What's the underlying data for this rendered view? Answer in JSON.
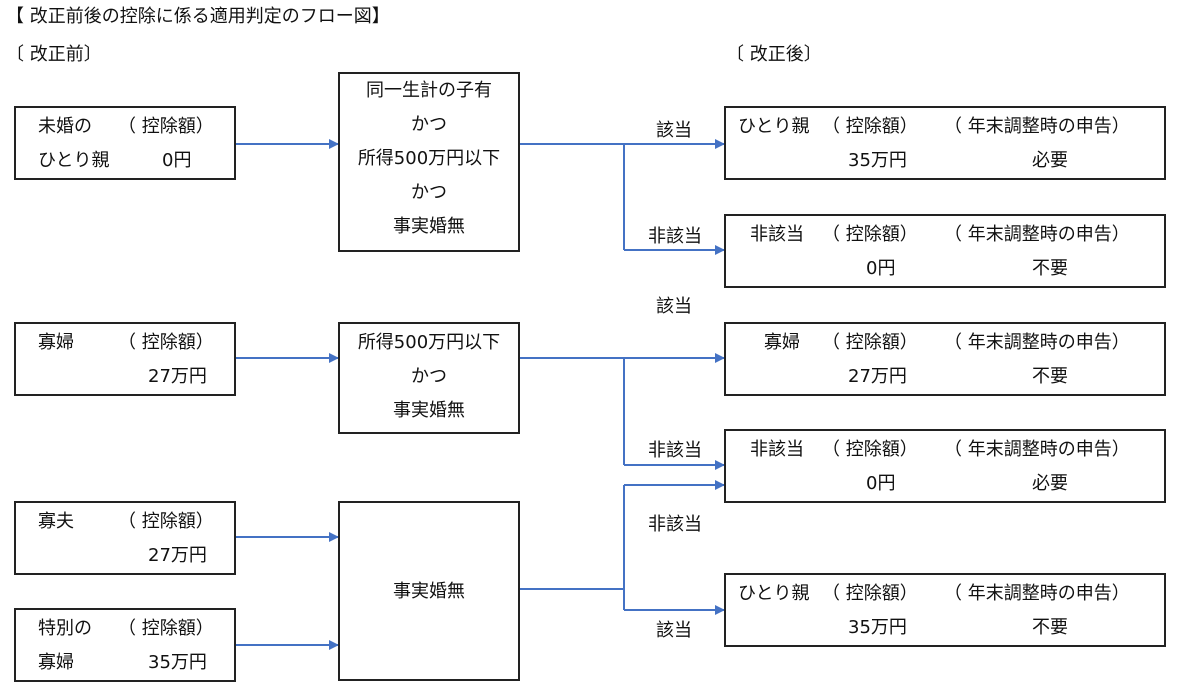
{
  "title": "【 改正前後の控除に係る適用判定のフロー図】",
  "before_label": "〔 改正前〕",
  "after_label": "〔 改正後〕",
  "before": {
    "unmarried_single_parent": {
      "line1": "未婚の",
      "line2": "ひとり親",
      "ded_label": "（ 控除額）",
      "amount": "0円"
    },
    "widow": {
      "line1": "寡婦",
      "ded_label": "（ 控除額）",
      "amount": "27万円"
    },
    "widower": {
      "line1": "寡夫",
      "ded_label": "（ 控除額）",
      "amount": "27万円"
    },
    "special_widow": {
      "line1": "特別の",
      "line2": "寡婦",
      "ded_label": "（ 控除額）",
      "amount": "35万円"
    }
  },
  "conditions": {
    "cond1": [
      "同一生計の子有",
      "かつ",
      "所得500万円以下",
      "かつ",
      "事実婚無"
    ],
    "cond2": [
      "所得500万円以下",
      "かつ",
      "事実婚無"
    ],
    "cond3": [
      "事実婚無"
    ]
  },
  "branches": {
    "applicable": "該当",
    "not_applicable": "非該当"
  },
  "after": {
    "r1": {
      "name": "ひとり親",
      "ded_label": "（ 控除額）",
      "decl_label": "（ 年末調整時の申告）",
      "amount": "35万円",
      "decl": "必要"
    },
    "r2": {
      "name": "非該当",
      "ded_label": "（ 控除額）",
      "decl_label": "（ 年末調整時の申告）",
      "amount": "0円",
      "decl": "不要"
    },
    "r3": {
      "name": "寡婦",
      "ded_label": "（ 控除額）",
      "decl_label": "（ 年末調整時の申告）",
      "amount": "27万円",
      "decl": "不要"
    },
    "r4": {
      "name": "非該当",
      "ded_label": "（ 控除額）",
      "decl_label": "（ 年末調整時の申告）",
      "amount": "0円",
      "decl": "必要"
    },
    "r5": {
      "name": "ひとり親",
      "ded_label": "（ 控除額）",
      "decl_label": "（ 年末調整時の申告）",
      "amount": "35万円",
      "decl": "不要"
    }
  },
  "colors": {
    "arrow": "#4472c4",
    "border": "#222222"
  }
}
